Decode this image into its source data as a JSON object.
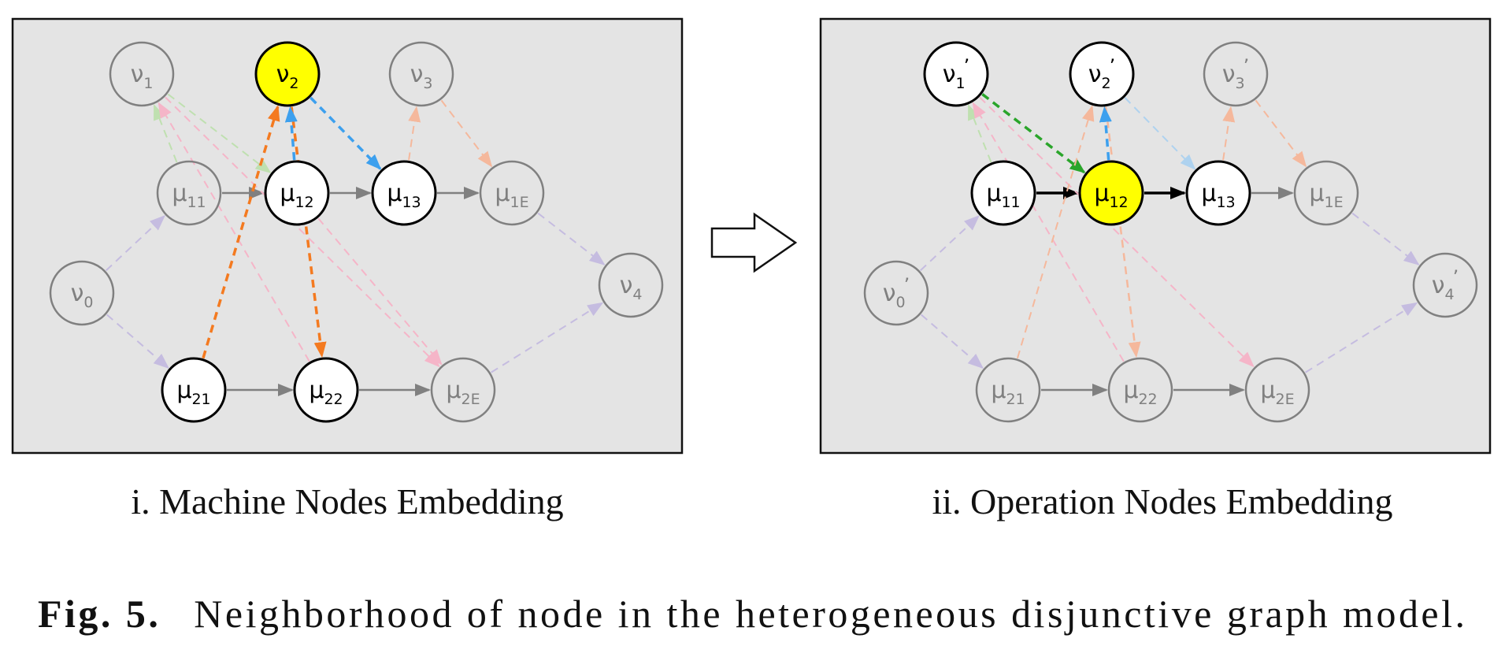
{
  "panels": [
    {
      "caption": "i. Machine Nodes Embedding",
      "nodes": [
        {
          "id": "v1",
          "sym": "ν",
          "sub": "1",
          "prime": false,
          "state": "dim"
        },
        {
          "id": "v2",
          "sym": "ν",
          "sub": "2",
          "prime": false,
          "state": "focus"
        },
        {
          "id": "v3",
          "sym": "ν",
          "sub": "3",
          "prime": false,
          "state": "dim"
        },
        {
          "id": "u11",
          "sym": "μ",
          "sub": "11",
          "prime": false,
          "state": "dim"
        },
        {
          "id": "u12",
          "sym": "μ",
          "sub": "12",
          "prime": false,
          "state": "active"
        },
        {
          "id": "u13",
          "sym": "μ",
          "sub": "13",
          "prime": false,
          "state": "active"
        },
        {
          "id": "u1E",
          "sym": "μ",
          "sub": "1E",
          "prime": false,
          "state": "dim"
        },
        {
          "id": "v0",
          "sym": "ν",
          "sub": "0",
          "prime": false,
          "state": "dim"
        },
        {
          "id": "v4",
          "sym": "ν",
          "sub": "4",
          "prime": false,
          "state": "dim"
        },
        {
          "id": "u21",
          "sym": "μ",
          "sub": "21",
          "prime": false,
          "state": "active"
        },
        {
          "id": "u22",
          "sym": "μ",
          "sub": "22",
          "prime": false,
          "state": "active"
        },
        {
          "id": "u2E",
          "sym": "μ",
          "sub": "2E",
          "prime": false,
          "state": "dim"
        }
      ],
      "edges": [
        {
          "from": "u11",
          "to": "u12",
          "style": "solid-gray"
        },
        {
          "from": "u12",
          "to": "u13",
          "style": "solid-gray"
        },
        {
          "from": "u13",
          "to": "u1E",
          "style": "solid-gray"
        },
        {
          "from": "u21",
          "to": "u22",
          "style": "solid-gray"
        },
        {
          "from": "u22",
          "to": "u2E",
          "style": "solid-gray"
        },
        {
          "from": "v0",
          "to": "u11",
          "style": "dash-purple-light"
        },
        {
          "from": "v0",
          "to": "u21",
          "style": "dash-purple-light"
        },
        {
          "from": "u1E",
          "to": "v4",
          "style": "dash-purple-light"
        },
        {
          "from": "u2E",
          "to": "v4",
          "style": "dash-purple-light"
        },
        {
          "from": "u11",
          "to": "v1",
          "style": "dash-green-light"
        },
        {
          "from": "v1",
          "to": "u12",
          "style": "dash-green-light"
        },
        {
          "from": "u22",
          "to": "v1",
          "style": "dash-pink-light"
        },
        {
          "from": "v1",
          "to": "u2E",
          "style": "dash-pink-light"
        },
        {
          "from": "u13",
          "to": "v3",
          "style": "dash-salmon-light"
        },
        {
          "from": "v3",
          "to": "u1E",
          "style": "dash-salmon-light"
        },
        {
          "from": "u12",
          "to": "u2E",
          "style": "dash-pink-light"
        },
        {
          "from": "u21",
          "to": "v2",
          "style": "dash-orange"
        },
        {
          "from": "v2",
          "to": "u22",
          "style": "dash-orange"
        },
        {
          "from": "u12",
          "to": "v2",
          "style": "dash-blue"
        },
        {
          "from": "v2",
          "to": "u13",
          "style": "dash-blue"
        }
      ]
    },
    {
      "caption": "ii. Operation Nodes Embedding",
      "nodes": [
        {
          "id": "v1",
          "sym": "ν",
          "sub": "1",
          "prime": true,
          "state": "active"
        },
        {
          "id": "v2",
          "sym": "ν",
          "sub": "2",
          "prime": true,
          "state": "active"
        },
        {
          "id": "v3",
          "sym": "ν",
          "sub": "3",
          "prime": true,
          "state": "dim"
        },
        {
          "id": "u11",
          "sym": "μ",
          "sub": "11",
          "prime": false,
          "state": "active"
        },
        {
          "id": "u12",
          "sym": "μ",
          "sub": "12",
          "prime": false,
          "state": "focus"
        },
        {
          "id": "u13",
          "sym": "μ",
          "sub": "13",
          "prime": false,
          "state": "active"
        },
        {
          "id": "u1E",
          "sym": "μ",
          "sub": "1E",
          "prime": false,
          "state": "dim"
        },
        {
          "id": "v0",
          "sym": "ν",
          "sub": "0",
          "prime": true,
          "state": "dim"
        },
        {
          "id": "v4",
          "sym": "ν",
          "sub": "4",
          "prime": true,
          "state": "dim"
        },
        {
          "id": "u21",
          "sym": "μ",
          "sub": "21",
          "prime": false,
          "state": "dim"
        },
        {
          "id": "u22",
          "sym": "μ",
          "sub": "22",
          "prime": false,
          "state": "dim"
        },
        {
          "id": "u2E",
          "sym": "μ",
          "sub": "2E",
          "prime": false,
          "state": "dim"
        }
      ],
      "edges": [
        {
          "from": "u11",
          "to": "u12",
          "style": "solid-black"
        },
        {
          "from": "u12",
          "to": "u13",
          "style": "solid-black"
        },
        {
          "from": "u13",
          "to": "u1E",
          "style": "solid-gray"
        },
        {
          "from": "u21",
          "to": "u22",
          "style": "solid-gray"
        },
        {
          "from": "u22",
          "to": "u2E",
          "style": "solid-gray"
        },
        {
          "from": "v0",
          "to": "u11",
          "style": "dash-purple-light"
        },
        {
          "from": "v0",
          "to": "u21",
          "style": "dash-purple-light"
        },
        {
          "from": "u1E",
          "to": "v4",
          "style": "dash-purple-light"
        },
        {
          "from": "u2E",
          "to": "v4",
          "style": "dash-purple-light"
        },
        {
          "from": "u11",
          "to": "v1",
          "style": "dash-green-light"
        },
        {
          "from": "v1",
          "to": "u12",
          "style": "dash-green"
        },
        {
          "from": "u22",
          "to": "v1",
          "style": "dash-pink-light"
        },
        {
          "from": "v1",
          "to": "u2E",
          "style": "dash-pink-light"
        },
        {
          "from": "u13",
          "to": "v3",
          "style": "dash-salmon-light"
        },
        {
          "from": "v3",
          "to": "u1E",
          "style": "dash-salmon-light"
        },
        {
          "from": "u21",
          "to": "v2",
          "style": "dash-salmon-light"
        },
        {
          "from": "v2",
          "to": "u22",
          "style": "dash-salmon"
        },
        {
          "from": "u12",
          "to": "v2",
          "style": "dash-blue"
        },
        {
          "from": "v2",
          "to": "u13",
          "style": "dash-blue-light"
        }
      ]
    }
  ],
  "figure_caption": {
    "label": "Fig. 5.",
    "text": "Neighborhood of node in the heterogeneous disjunctive graph model."
  },
  "colors": {
    "panel_bg": "#e4e4e4",
    "focus_fill": "#ffff00",
    "gray": "#808080",
    "orange": "#f47a20",
    "blue": "#3da0ee",
    "green": "#2aa52a",
    "salmon": "#f5b89c",
    "pink": "#f5b5c8",
    "purple_light": "#c5bce0",
    "green_light": "#bfe0b0",
    "blue_light": "#aed2ef"
  }
}
